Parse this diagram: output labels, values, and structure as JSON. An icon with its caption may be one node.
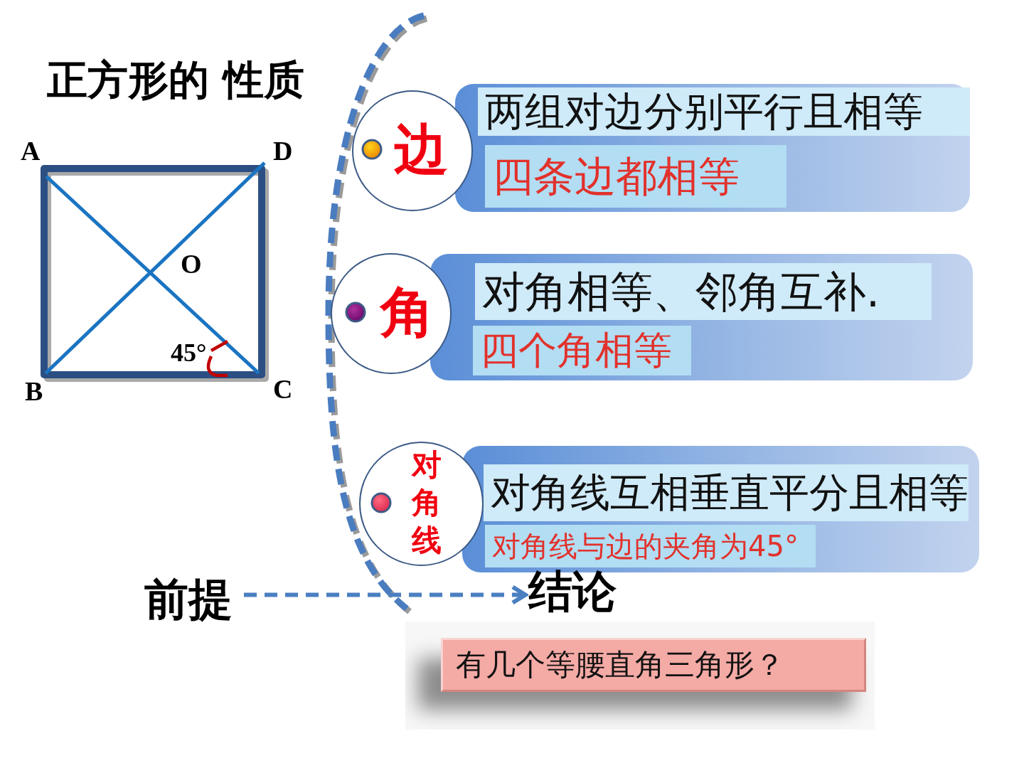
{
  "diagram": {
    "title": "正方形的 性质",
    "nodes": [
      {
        "text": [
          "边"
        ]
      },
      {
        "text": [
          "两组对边分别平行且相等",
          "四条边都相等"
        ]
      },
      {
        "text": [
          "角"
        ]
      },
      {
        "text": [
          "对角相等、邻角互补.",
          "四个角相等"
        ]
      },
      {
        "text": [
          "对角线"
        ]
      },
      {
        "text": [
          "对角线互相垂直平分且相等",
          "对角线与边的夹角为45°"
        ]
      },
      {
        "text": [
          "前提"
        ]
      },
      {
        "text": [
          "结论"
        ]
      },
      {
        "text": [
          "有几个等腰直角三角形？"
        ]
      }
    ],
    "edges": [
      {
        "from": 6,
        "to": 7,
        "arrow": "to",
        "style": "dashed"
      }
    ],
    "labels": [
      "A",
      "D",
      "O",
      "45°",
      "B",
      "C"
    ]
  }
}
